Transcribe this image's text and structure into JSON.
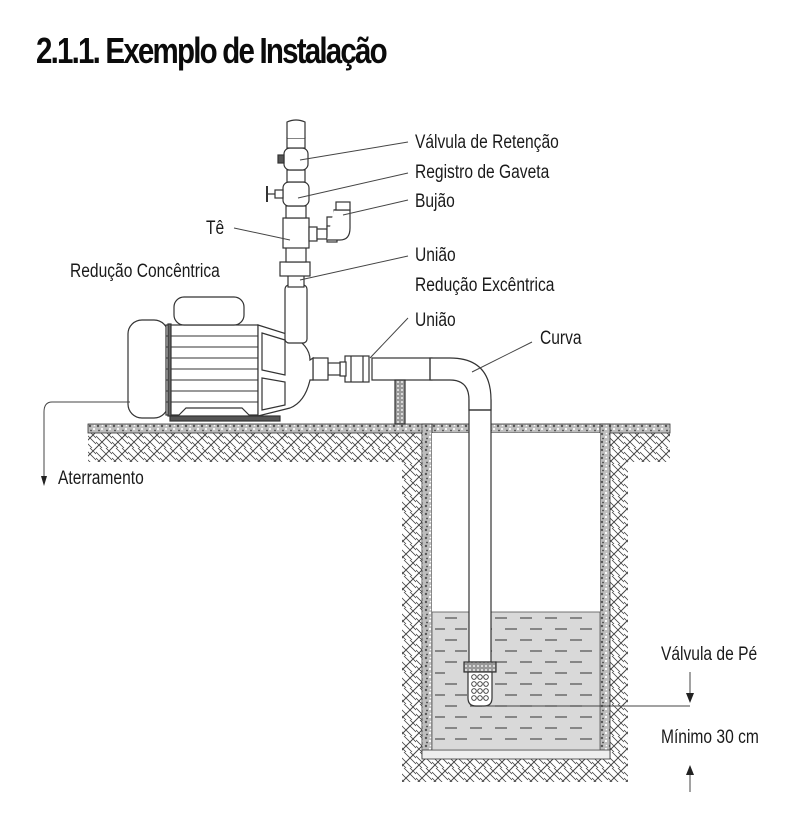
{
  "title": "2.1.1. Exemplo de Instalação",
  "labels": {
    "valvula_retencao": "Válvula de Retenção",
    "registro_gaveta": "Registro de Gaveta",
    "bujao": "Bujão",
    "te": "Tê",
    "reducao_concentrica": "Redução Concêntrica",
    "uniao_top": "União",
    "reducao_excentrica": "Redução Excêntrica",
    "uniao_bottom": "União",
    "curva": "Curva",
    "aterramento": "Aterramento",
    "valvula_pe": "Válvula de Pé",
    "minimo": "Mínimo 30 cm"
  },
  "colors": {
    "line": "#333333",
    "water": "#d9d9d9",
    "background": "#ffffff"
  }
}
